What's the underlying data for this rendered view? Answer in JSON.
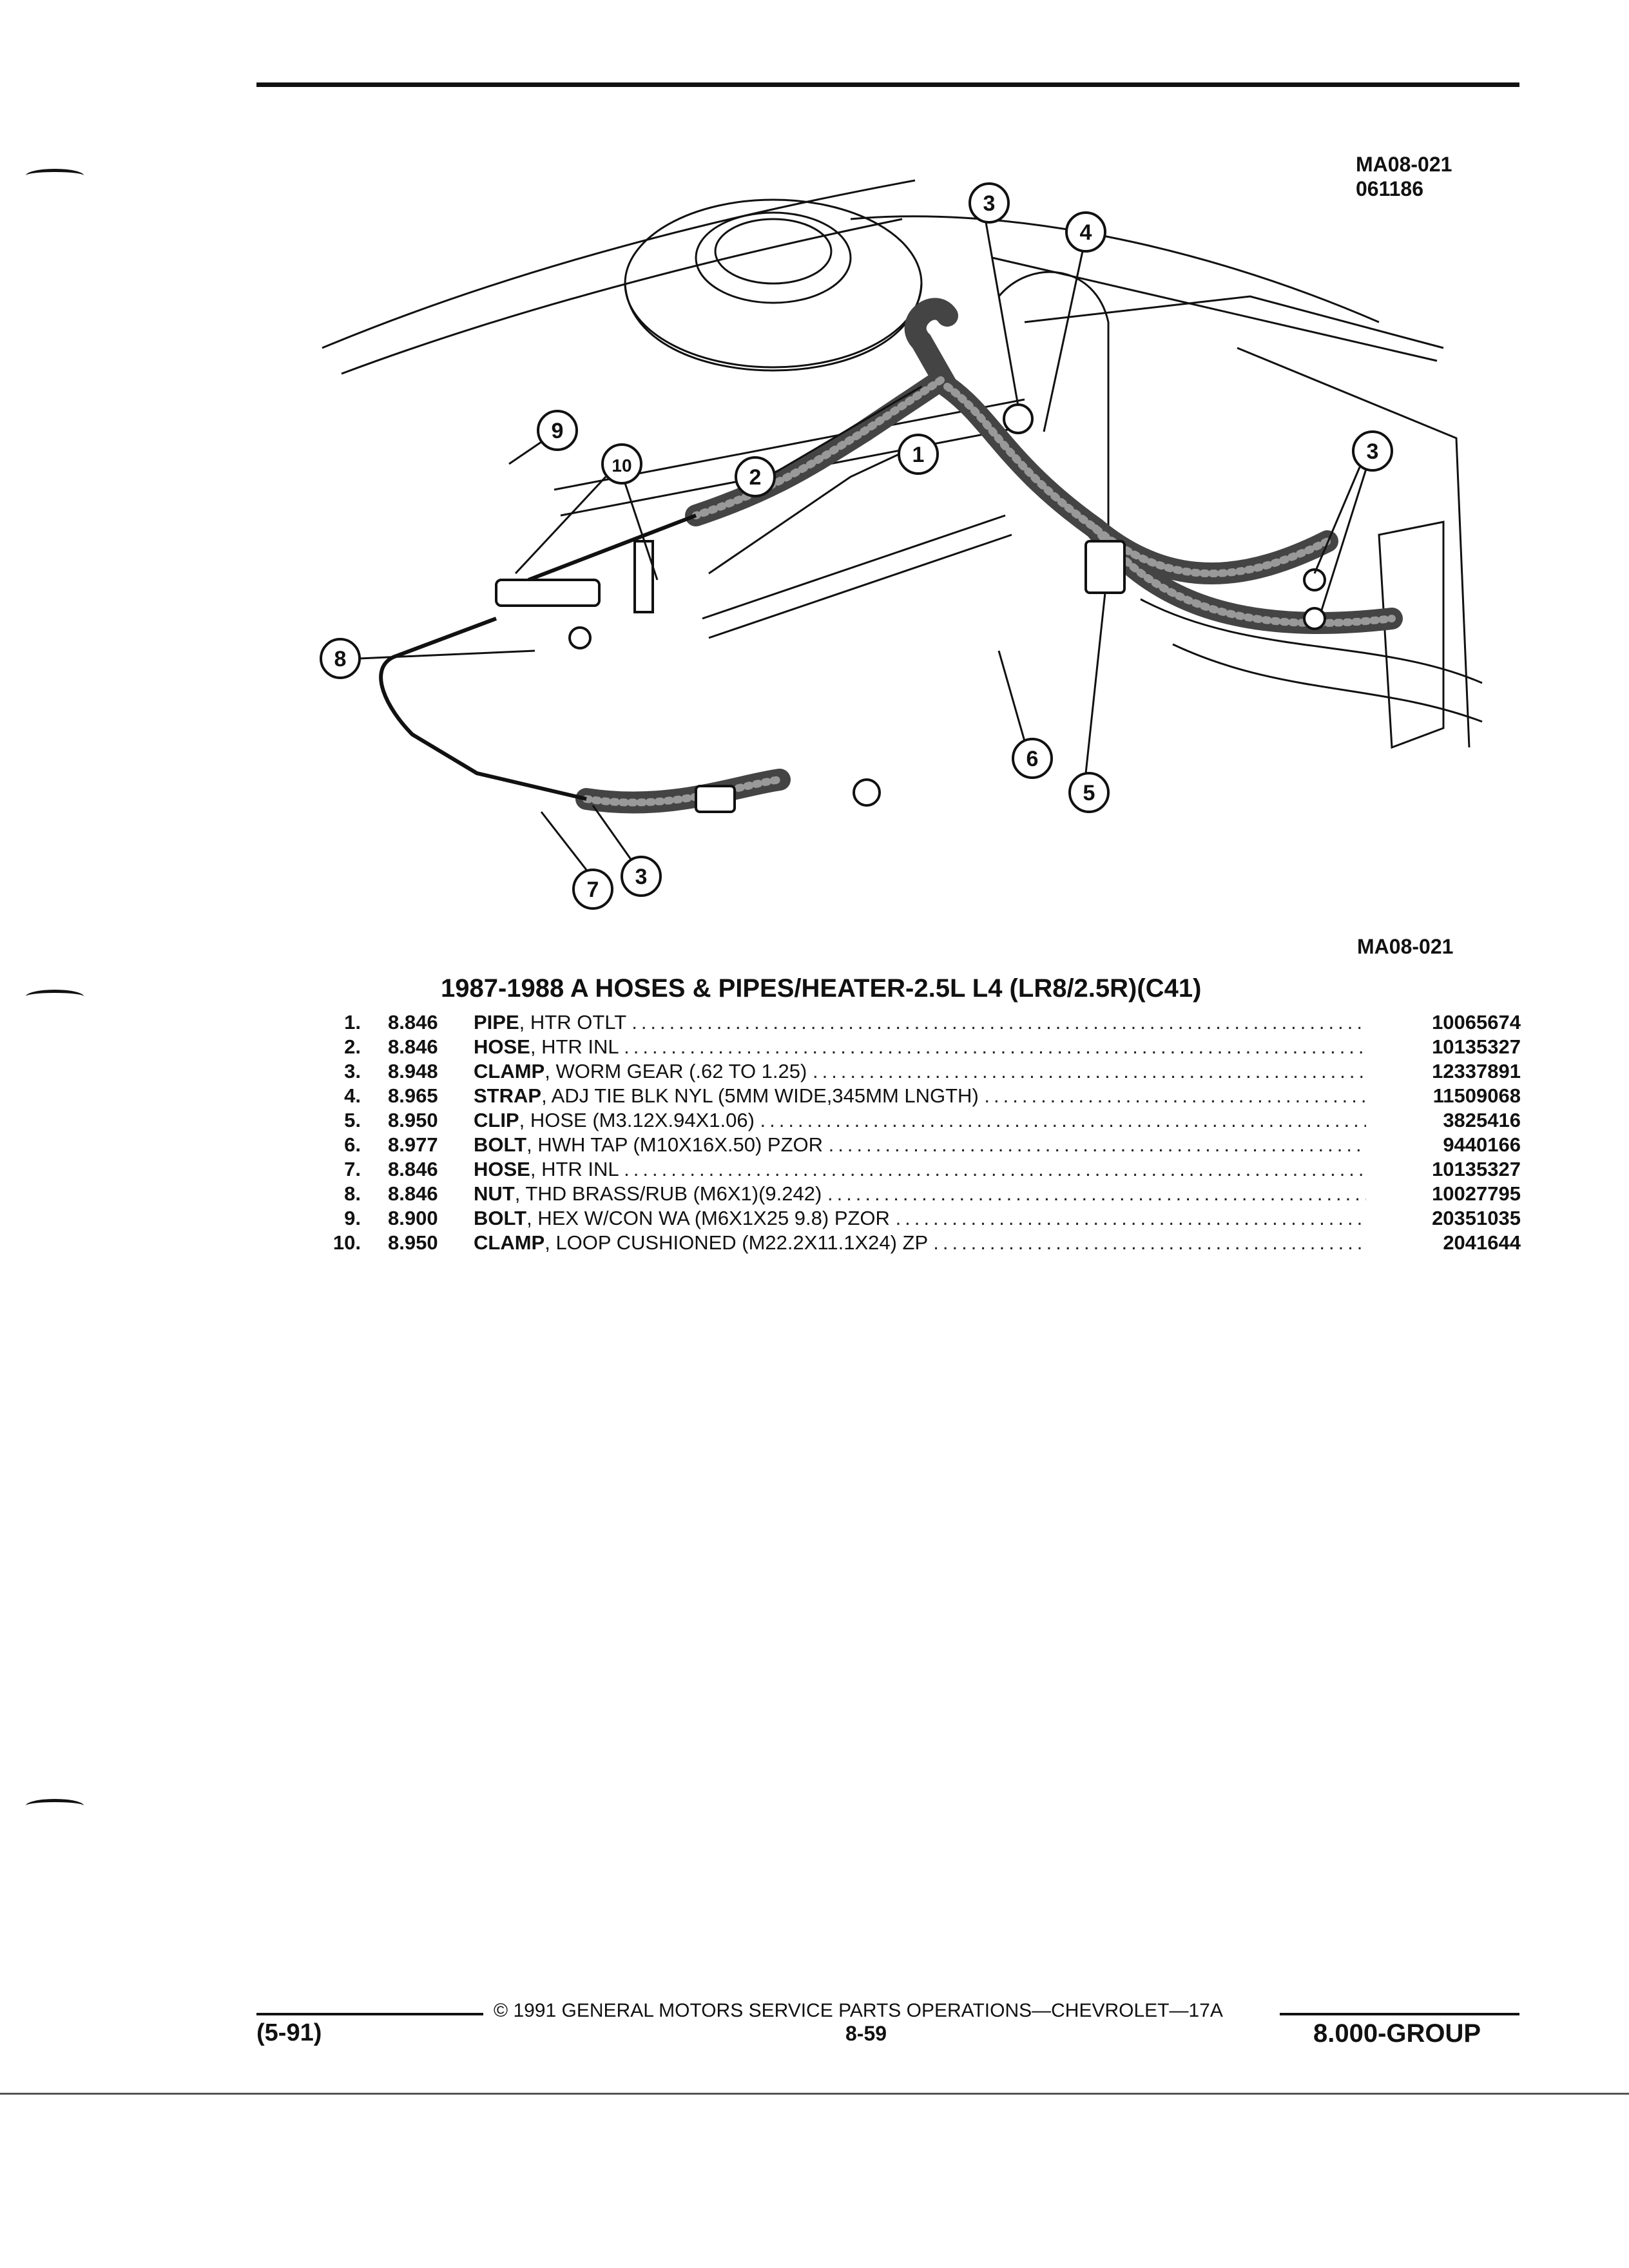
{
  "diagram": {
    "ref_code": "MA08-021",
    "date_code": "061186",
    "ref_code_bottom": "MA08-021",
    "callouts": [
      "1",
      "2",
      "3",
      "4",
      "5",
      "6",
      "7",
      "8",
      "9",
      "10"
    ]
  },
  "title": "1987-1988 A HOSES & PIPES/HEATER-2.5L L4 (LR8/2.5R)(C41)",
  "parts": [
    {
      "num": "1.",
      "group": "8.846",
      "name": "PIPE",
      "desc": ", HTR OTLT",
      "part_no": "10065674"
    },
    {
      "num": "2.",
      "group": "8.846",
      "name": "HOSE",
      "desc": ", HTR INL",
      "part_no": "10135327"
    },
    {
      "num": "3.",
      "group": "8.948",
      "name": "CLAMP",
      "desc": ", WORM GEAR (.62 TO 1.25)",
      "part_no": "12337891"
    },
    {
      "num": "4.",
      "group": "8.965",
      "name": "STRAP",
      "desc": ", ADJ TIE BLK NYL (5MM WIDE,345MM LNGTH)",
      "part_no": "11509068"
    },
    {
      "num": "5.",
      "group": "8.950",
      "name": "CLIP",
      "desc": ", HOSE (M3.12X.94X1.06)",
      "part_no": "3825416"
    },
    {
      "num": "6.",
      "group": "8.977",
      "name": "BOLT",
      "desc": ", HWH TAP (M10X16X.50) PZOR",
      "part_no": "9440166"
    },
    {
      "num": "7.",
      "group": "8.846",
      "name": "HOSE",
      "desc": ", HTR INL",
      "part_no": "10135327"
    },
    {
      "num": "8.",
      "group": "8.846",
      "name": "NUT",
      "desc": ", THD BRASS/RUB (M6X1)(9.242)",
      "part_no": "10027795"
    },
    {
      "num": "9.",
      "group": "8.900",
      "name": "BOLT",
      "desc": ", HEX W/CON WA (M6X1X25 9.8) PZOR",
      "part_no": "20351035"
    },
    {
      "num": "10.",
      "group": "8.950",
      "name": "CLAMP",
      "desc": ", LOOP CUSHIONED (M22.2X11.1X24) ZP",
      "part_no": "2041644"
    }
  ],
  "footer": {
    "copyright": "© 1991 GENERAL MOTORS SERVICE PARTS OPERATIONS—CHEVROLET—17A",
    "revision": "(5-91)",
    "page": "8-59",
    "group": "8.000-GROUP"
  }
}
